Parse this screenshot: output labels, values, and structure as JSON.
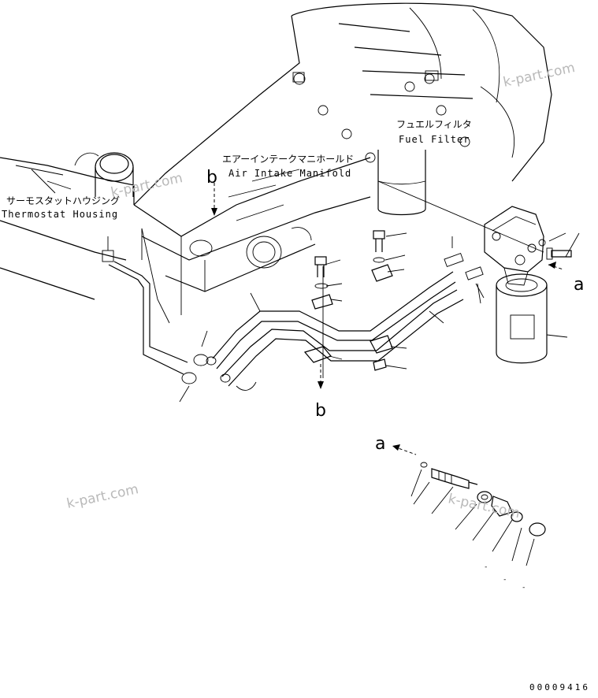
{
  "labels": {
    "fuel_filter_jp": "フュエルフィルタ",
    "fuel_filter_en": "Fuel Filter",
    "air_intake_jp": "エアーインテークマニホールド",
    "air_intake_en": "Air Intake Manifold",
    "thermostat_jp": "サーモスタットハウジング",
    "thermostat_en": "Thermostat Housing",
    "ref_a_top": "a",
    "ref_a_bottom": "a",
    "ref_b_top": "b",
    "ref_b_bottom": "b"
  },
  "watermarks": [
    "k-part.com",
    "k-part.com",
    "k-part.com",
    "k-part.com"
  ],
  "drawing_code": "00009416"
}
